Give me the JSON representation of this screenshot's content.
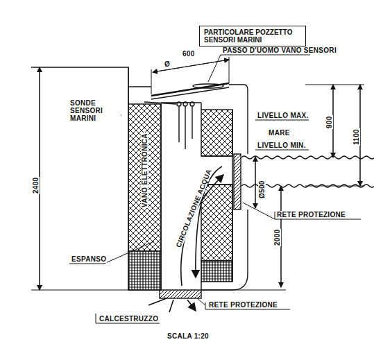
{
  "diagram": {
    "title": "PARTICOLARE POZZETTO SENSORI MARINI",
    "labels": [
      "Ø",
      "600",
      "PASSO D'UOMO VANO SENSORI",
      "SONDE SENSORI MARINI",
      "LIVELLO MAX.",
      "MARE",
      "LIVELLO MIN.",
      "900",
      "1100",
      "VANO ELETTRONICA",
      "2400",
      "Ø500",
      "2000",
      "RETE PROTEZIONE",
      "CIRCOLAZIONE ACQUA",
      "ESPANSO",
      "CALCESTRUZZO",
      "RETE PROTEZIONE",
      "SCALA 1:20"
    ]
  }
}
